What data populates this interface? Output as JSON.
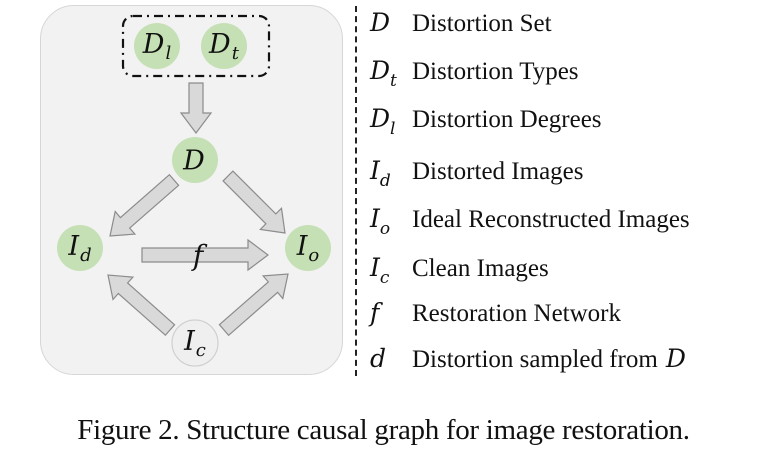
{
  "figure": {
    "caption": "Figure 2. Structure causal graph for image restoration.",
    "colors": {
      "panel_bg": "#f2f2f2",
      "panel_border": "#d6d6d6",
      "node_green": "#c5e0b4",
      "node_clean": "#efefef",
      "arrow_fill": "#d9d9d9",
      "arrow_stroke": "#8c8c8c"
    },
    "nodes": [
      {
        "id": "Dl",
        "base": "D",
        "sub": "l",
        "color": "green"
      },
      {
        "id": "Dt",
        "base": "D",
        "sub": "t",
        "color": "green"
      },
      {
        "id": "D",
        "base": "D",
        "sub": "",
        "color": "green"
      },
      {
        "id": "Id",
        "base": "I",
        "sub": "d",
        "color": "green"
      },
      {
        "id": "Io",
        "base": "I",
        "sub": "o",
        "color": "green"
      },
      {
        "id": "Ic",
        "base": "I",
        "sub": "c",
        "color": "clean"
      }
    ],
    "group": {
      "members": [
        "Dl",
        "Dt"
      ],
      "style": "dash-dot"
    },
    "edges": [
      {
        "from": "group",
        "to": "D",
        "label": ""
      },
      {
        "from": "D",
        "to": "Id",
        "label": ""
      },
      {
        "from": "D",
        "to": "Io",
        "label": ""
      },
      {
        "from": "Id",
        "to": "Io",
        "label": "f"
      },
      {
        "from": "Ic",
        "to": "Id",
        "label": ""
      },
      {
        "from": "Ic",
        "to": "Io",
        "label": ""
      }
    ],
    "f_label": "f"
  },
  "legend": [
    {
      "base": "D",
      "sub": "",
      "text": "Distortion Set",
      "suffix": ""
    },
    {
      "base": "D",
      "sub": "t",
      "text": "Distortion Types",
      "suffix": ""
    },
    {
      "base": "D",
      "sub": "l",
      "text": "Distortion Degrees",
      "suffix": ""
    },
    {
      "base": "I",
      "sub": "d",
      "text": "Distorted Images",
      "suffix": ""
    },
    {
      "base": "I",
      "sub": "o",
      "text": "Ideal Reconstructed Images",
      "suffix": ""
    },
    {
      "base": "I",
      "sub": "c",
      "text": "Clean Images",
      "suffix": ""
    },
    {
      "base": "f",
      "sub": "",
      "text": "Restoration Network",
      "suffix": ""
    },
    {
      "base": "d",
      "sub": "",
      "text": "Distortion sampled from",
      "suffix": "D"
    }
  ]
}
